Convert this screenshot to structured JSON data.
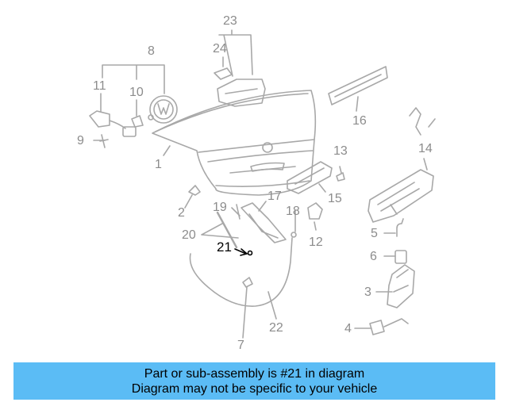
{
  "diagram": {
    "callouts": [
      {
        "id": "23",
        "label": "23"
      },
      {
        "id": "24",
        "label": "24"
      },
      {
        "id": "8",
        "label": "8"
      },
      {
        "id": "11",
        "label": "11"
      },
      {
        "id": "10",
        "label": "10"
      },
      {
        "id": "16",
        "label": "16"
      },
      {
        "id": "9",
        "label": "9"
      },
      {
        "id": "1",
        "label": "1"
      },
      {
        "id": "13",
        "label": "13"
      },
      {
        "id": "14",
        "label": "14"
      },
      {
        "id": "15",
        "label": "15"
      },
      {
        "id": "2",
        "label": "2"
      },
      {
        "id": "17",
        "label": "17"
      },
      {
        "id": "19",
        "label": "19"
      },
      {
        "id": "18",
        "label": "18"
      },
      {
        "id": "20",
        "label": "20"
      },
      {
        "id": "12",
        "label": "12"
      },
      {
        "id": "5",
        "label": "5"
      },
      {
        "id": "21",
        "label": "21"
      },
      {
        "id": "6",
        "label": "6"
      },
      {
        "id": "3",
        "label": "3"
      },
      {
        "id": "22",
        "label": "22"
      },
      {
        "id": "4",
        "label": "4"
      },
      {
        "id": "7",
        "label": "7"
      }
    ],
    "highlighted_part": "21",
    "line_color": "#a8a8a8",
    "highlight_color": "#000000"
  },
  "banner": {
    "line1": "Part or sub-assembly is #21 in diagram",
    "line2": "Diagram may not be specific to your vehicle",
    "background": "#5bbcf5"
  }
}
